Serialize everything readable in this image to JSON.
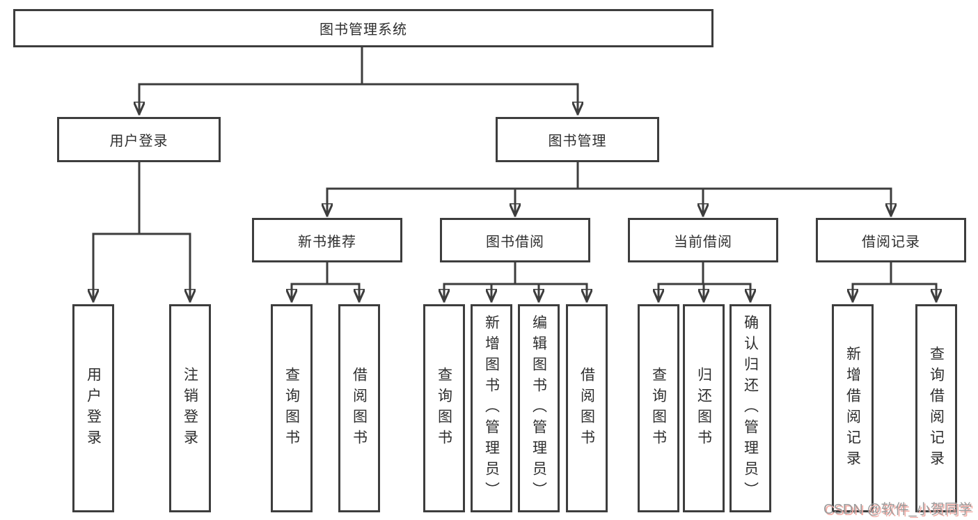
{
  "diagram": {
    "nodes": {
      "root": "图书管理系统",
      "user_login": "用户登录",
      "book_mgmt": "图书管理",
      "new_books": "新书推荐",
      "book_borrow": "图书借阅",
      "current_borrow": "当前借阅",
      "borrow_records": "借阅记录",
      "leaf_user_login": "用户登录",
      "leaf_logout": "注销登录",
      "leaf_nb_query": "查询图书",
      "leaf_nb_borrow": "借阅图书",
      "leaf_bb_query": "查询图书",
      "leaf_bb_add": "新增图书（管理员）",
      "leaf_bb_edit": "编辑图书（管理员）",
      "leaf_bb_borrow": "借阅图书",
      "leaf_cb_query": "查询图书",
      "leaf_cb_return": "归还图书",
      "leaf_cb_confirm": "确认归还（管理员）",
      "leaf_br_add": "新增借阅记录",
      "leaf_br_query": "查询借阅记录"
    },
    "hierarchy": {
      "图书管理系统": [
        "用户登录",
        "图书管理"
      ],
      "用户登录": [
        "用户登录",
        "注销登录"
      ],
      "图书管理": [
        "新书推荐",
        "图书借阅",
        "当前借阅",
        "借阅记录"
      ],
      "新书推荐": [
        "查询图书",
        "借阅图书"
      ],
      "图书借阅": [
        "查询图书",
        "新增图书（管理员）",
        "编辑图书（管理员）",
        "借阅图书"
      ],
      "当前借阅": [
        "查询图书",
        "归还图书",
        "确认归还（管理员）"
      ],
      "借阅记录": [
        "新增借阅记录",
        "查询借阅记录"
      ]
    }
  },
  "watermark": {
    "text": "CSDN @软件_小贺同学"
  },
  "colors": {
    "line": "#3d3d3d",
    "text": "#2e2e2e",
    "background": "#ffffff",
    "watermark_gray": "#9c9c9c",
    "watermark_pink": "#f2aba4"
  }
}
